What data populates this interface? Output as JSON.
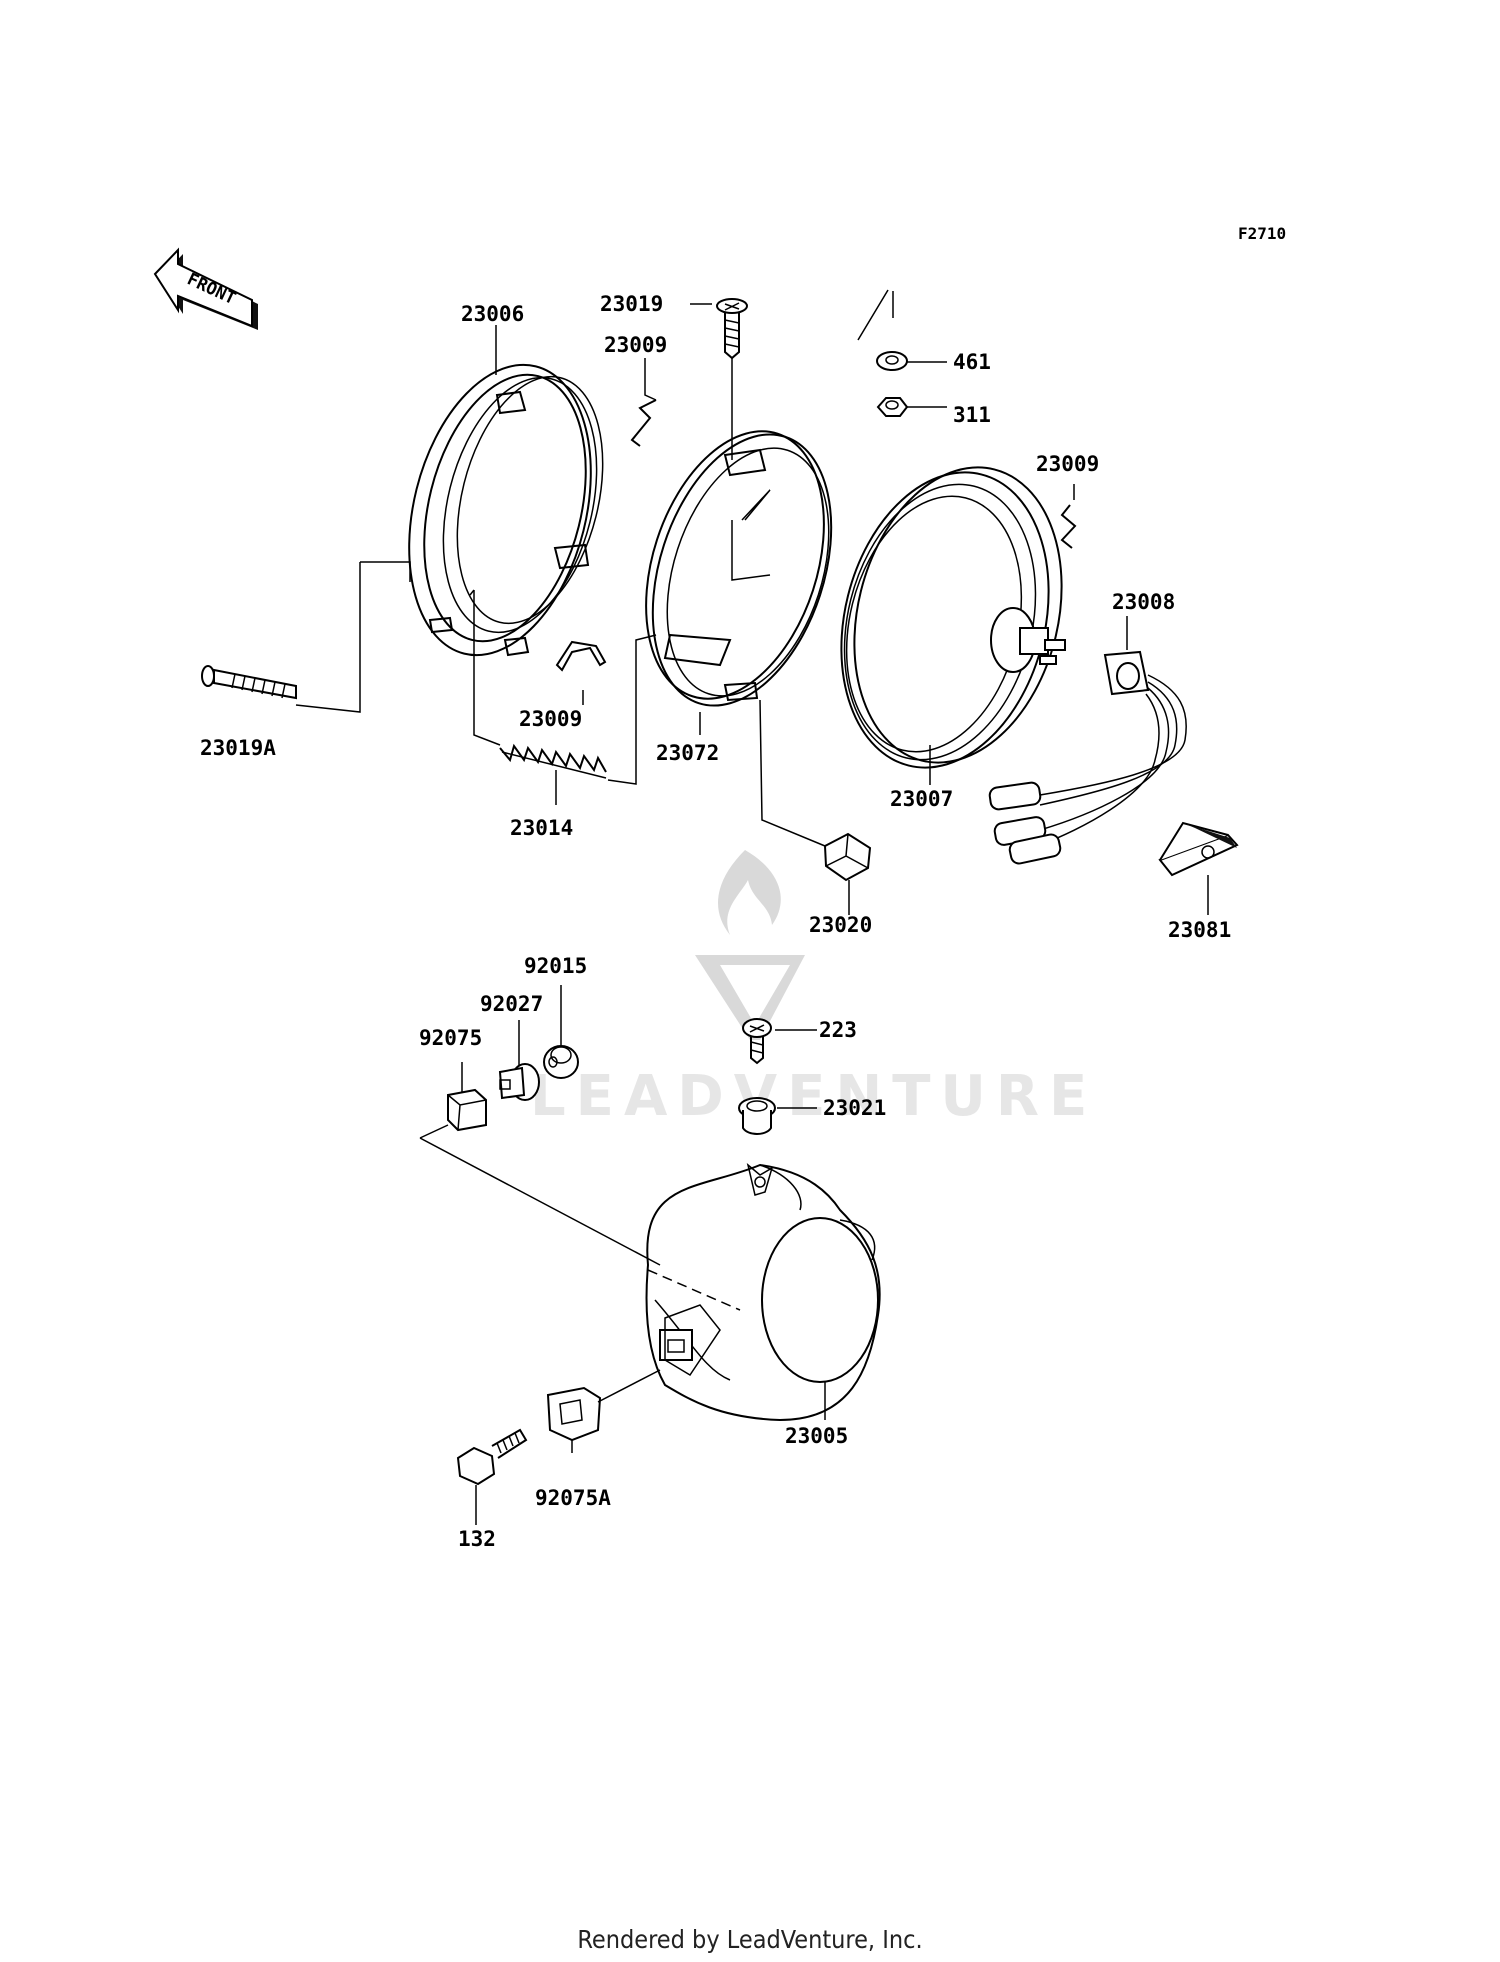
{
  "figure_code": "F2710",
  "front_arrow_label": "FRONT",
  "watermark_text": "LEADVENTURE",
  "footer": "Rendered by LeadVenture, Inc.",
  "part_labels": {
    "p23006": "23006",
    "p23019": "23019",
    "p23009a": "23009",
    "p461": "461",
    "p311": "311",
    "p23009b": "23009",
    "p23008": "23008",
    "p23019A": "23019A",
    "p23009c": "23009",
    "p23072": "23072",
    "p23007": "23007",
    "p23014": "23014",
    "p23020": "23020",
    "p23081": "23081",
    "p92015": "92015",
    "p92027": "92027",
    "p92075": "92075",
    "p223": "223",
    "p23021": "23021",
    "p23005": "23005",
    "p92075A": "92075A",
    "p132": "132"
  }
}
